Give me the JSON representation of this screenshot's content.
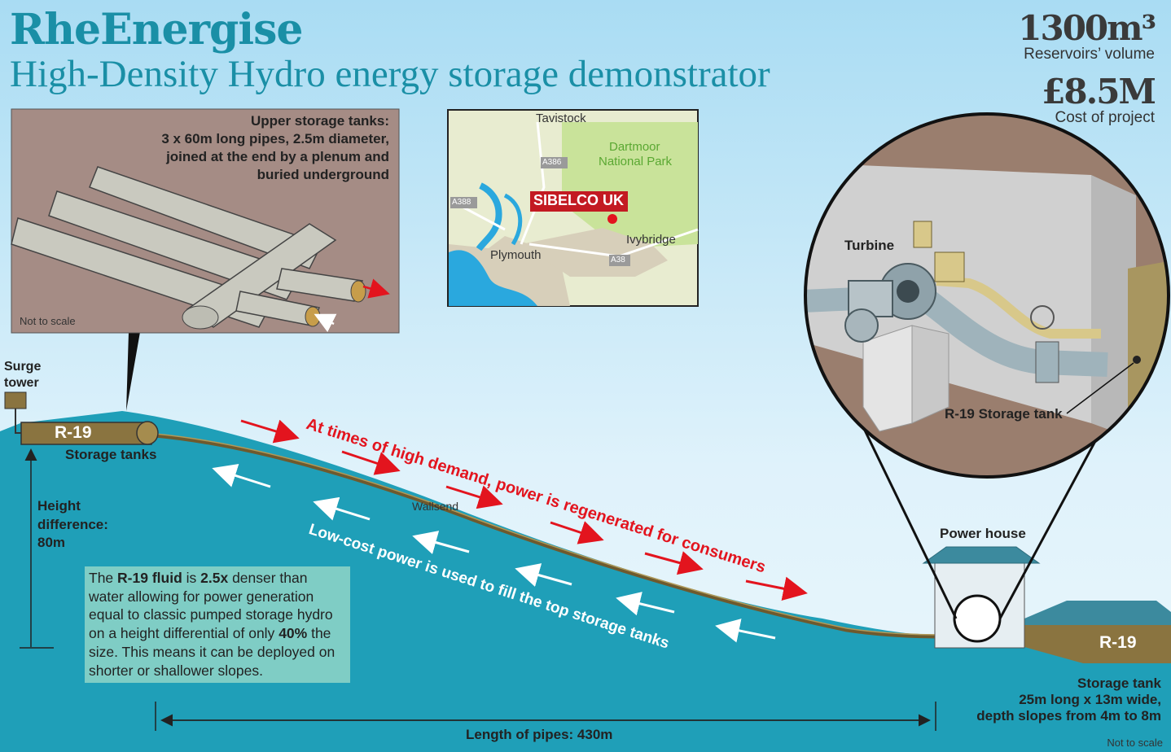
{
  "header": {
    "brand": "RhеEnergise",
    "subtitle": "High-Density Hydro energy storage demonstrator"
  },
  "stats": [
    {
      "value": "1300m³",
      "label": "Reservoirs’ volume"
    },
    {
      "value": "£8.5M",
      "label": "Cost of project"
    }
  ],
  "upper_tanks_panel": {
    "title": "Upper storage tanks:",
    "lines": [
      "3 x 60m long pipes, 2.5m diameter,",
      "joined at the end by a plenum and",
      "buried underground"
    ],
    "note": "Not to scale"
  },
  "map": {
    "places": {
      "tavistock": "Tavistock",
      "dartmoor_1": "Dartmoor",
      "dartmoor_2": "National Park",
      "plymouth": "Plymouth",
      "ivybridge": "Ivybridge",
      "site": "SIBELCO UK"
    },
    "roads": {
      "a386": "A386",
      "a388": "A388",
      "a38": "A38"
    }
  },
  "turbine_inset": {
    "turbine_label": "Turbine",
    "tank_label": "R-19 Storage tank"
  },
  "diagram": {
    "surge_tower": [
      "Surge",
      "tower"
    ],
    "upper_tank_code": "R-19",
    "upper_tank_label": "Storage tanks",
    "height_label": [
      "Height",
      "difference:",
      "80m"
    ],
    "wallsend": "Wallsend",
    "high_demand": "At times of high demand, power is regenerated for consumers",
    "low_cost": "Low-cost power is used to fill the top storage tanks",
    "power_house": "Power house",
    "lower_tank_code": "R-19",
    "lower_tank_lines": [
      "Storage tank",
      "25m long x 13m wide,",
      "depth slopes from 4m to 8m"
    ],
    "length": "Length of pipes: 430m",
    "note": "Not to scale"
  },
  "callout": {
    "p1": "The ",
    "b1": "R-19 fluid",
    "p2": " is ",
    "b2": "2.5x",
    "p3": " denser than water allowing for power generation equal to classic pumped storage hydro on a height differential of only ",
    "b3": "40%",
    "p4": " the size. This means it can be deployed on shorter or shallower slopes."
  },
  "colors": {
    "water": "#1f9fb8",
    "pipe": "#8a7440",
    "arrow_red": "#e3141e",
    "brand": "#1a8fa6",
    "callout_bg": "#7fcdc5"
  }
}
